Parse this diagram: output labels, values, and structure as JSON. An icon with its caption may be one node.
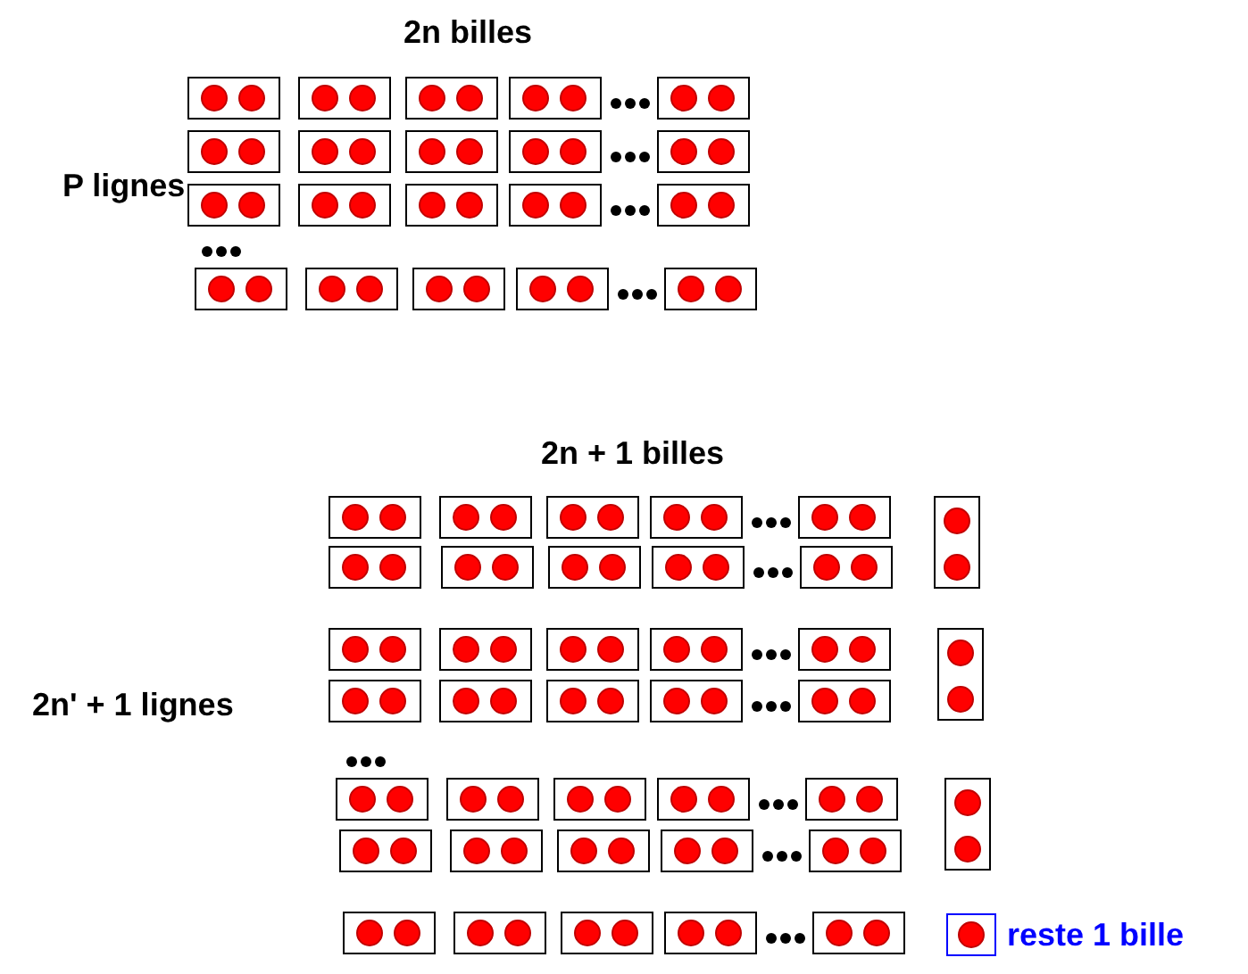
{
  "diagram": {
    "labels": [
      "2n billes",
      "P lignes",
      "2n + 1 billes",
      "2n' + 1 lignes",
      "reste 1 bille"
    ]
  }
}
